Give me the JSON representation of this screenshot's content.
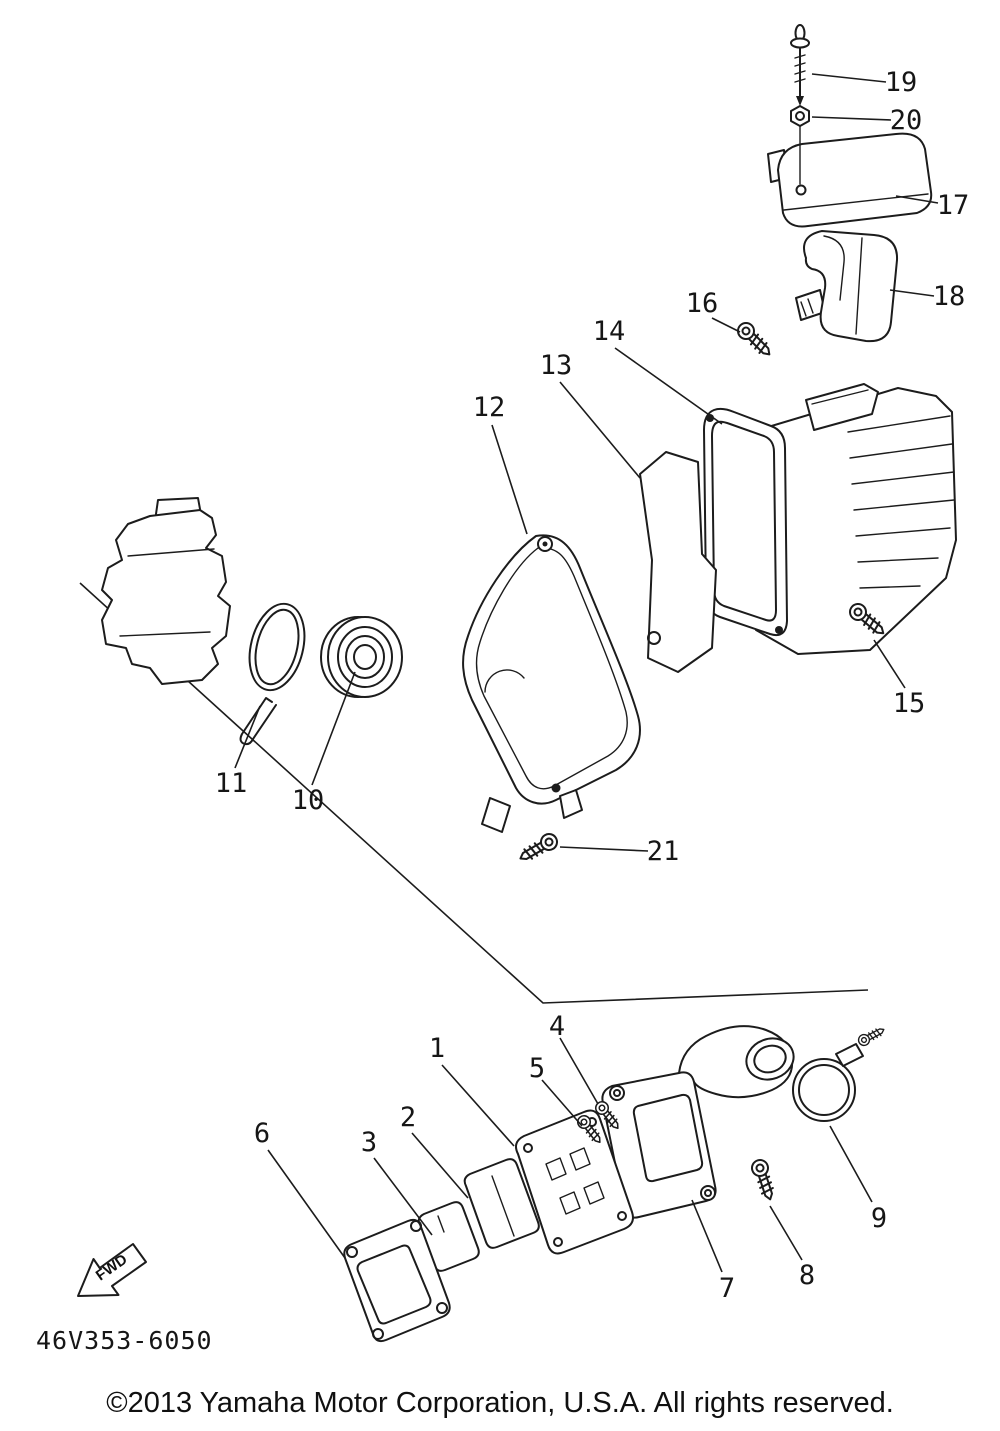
{
  "colors": {
    "ink": "#1c1c1c",
    "paper": "#ffffff"
  },
  "diagram": {
    "part_code": "46V353-6050",
    "fwd_label": "FWD",
    "copyright": "©2013 Yamaha Motor Corporation, U.S.A. All rights reserved.",
    "callouts": [
      {
        "id": "1"
      },
      {
        "id": "2"
      },
      {
        "id": "3"
      },
      {
        "id": "4"
      },
      {
        "id": "5"
      },
      {
        "id": "6"
      },
      {
        "id": "7"
      },
      {
        "id": "8"
      },
      {
        "id": "9"
      },
      {
        "id": "10"
      },
      {
        "id": "11"
      },
      {
        "id": "12"
      },
      {
        "id": "13"
      },
      {
        "id": "14"
      },
      {
        "id": "15"
      },
      {
        "id": "16"
      },
      {
        "id": "17"
      },
      {
        "id": "18"
      },
      {
        "id": "19"
      },
      {
        "id": "20"
      },
      {
        "id": "21"
      }
    ]
  }
}
